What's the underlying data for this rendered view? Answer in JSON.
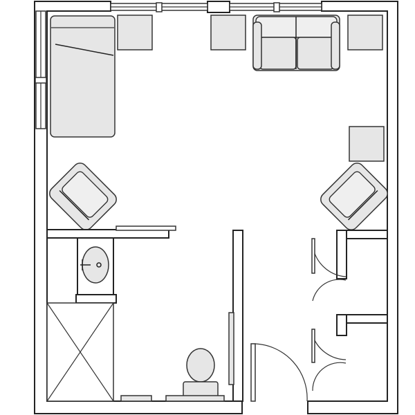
{
  "plan": {
    "type": "floor-plan",
    "colors": {
      "wall": "#222222",
      "furniture_fill": "#e6e6e6",
      "background": "#ffffff"
    },
    "items": [
      "bed",
      "nightstand",
      "side-table",
      "sofa",
      "side-table",
      "armchair",
      "armchair",
      "side-table",
      "counter",
      "sink",
      "shower",
      "toilet",
      "grab-bar",
      "closet-door",
      "closet-door",
      "entry-door",
      "window"
    ]
  }
}
